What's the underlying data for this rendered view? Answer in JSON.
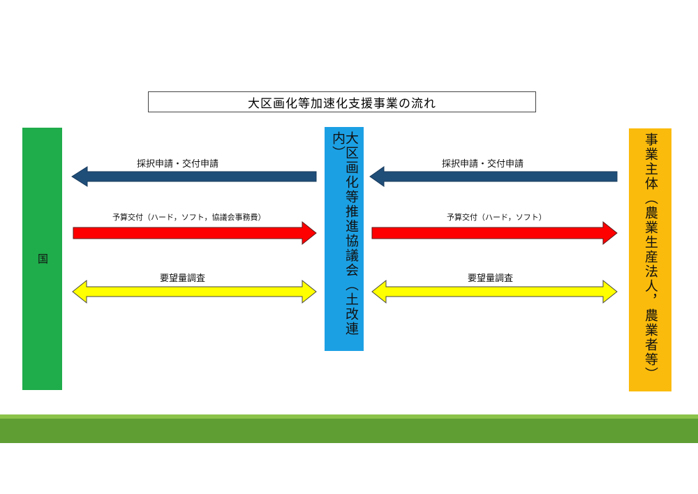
{
  "title": "大区画化等加速化支援事業の流れ",
  "entities": {
    "left": "国",
    "middle": "大区画化等推進協議会（土改連内）",
    "right": "事業主体（農業生産法人，農業者等）"
  },
  "flows": {
    "left_application": "採択申請・交付申請",
    "left_budget": "予算交付（ハード，ソフト，協議会事務費）",
    "left_survey": "要望量調査",
    "right_application": "採択申請・交付申請",
    "right_budget": "予算交付（ハード，ソフト）",
    "right_survey": "要望量調査"
  },
  "colors": {
    "application_arrow": "#1f4e79",
    "budget_arrow": "#ff0000",
    "survey_arrow": "#ffff00",
    "left_column": "#1fac4b",
    "middle_column": "#1ca0e4",
    "right_column": "#fbbb0c",
    "ground": "#5f9e33"
  }
}
